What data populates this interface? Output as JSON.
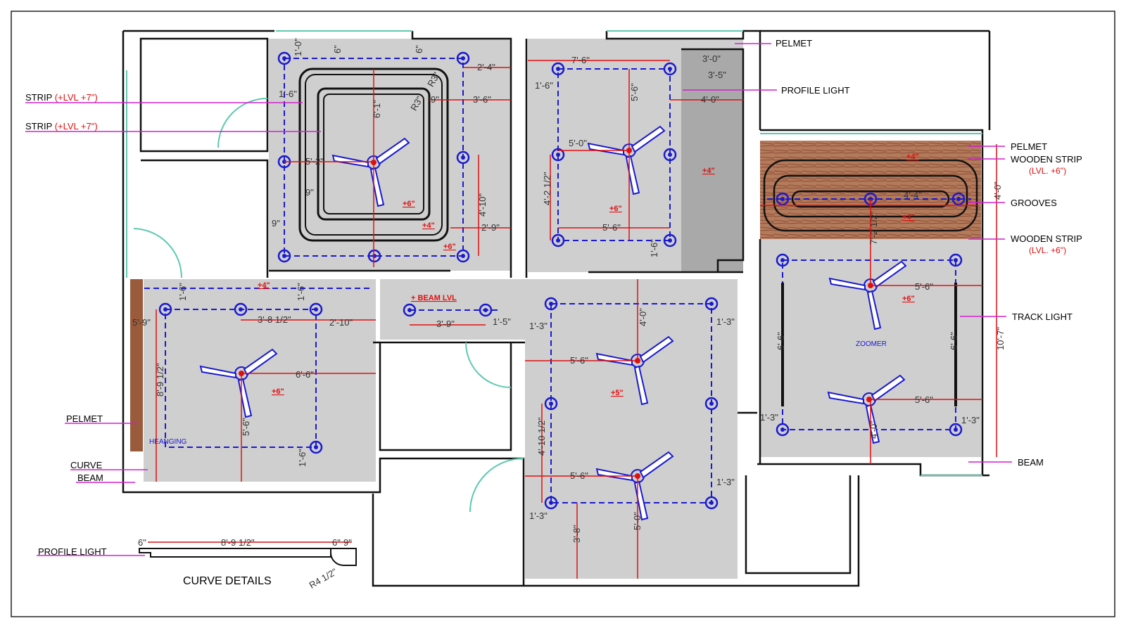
{
  "callouts": {
    "strip_1": "STRIP",
    "strip_1_lvl": "(+LVL +7\")",
    "strip_2": "STRIP",
    "strip_2_lvl": "(+LVL +7\")",
    "pelmet_top": "PELMET",
    "profile_light_top": "PROFILE LIGHT",
    "pelmet_right": "PELMET",
    "wooden_strip_1": "WOODEN STRIP",
    "wooden_strip_1_lvl": "(LVL. +6\")",
    "grooves": "GROOVES",
    "wooden_strip_2": "WOODEN STRIP",
    "wooden_strip_2_lvl": "(LVL. +6\")",
    "track_light": "TRACK LIGHT",
    "beam_right": "BEAM",
    "pelmet_left": "PELMET",
    "curve": "CURVE",
    "beam_left": "BEAM",
    "profile_light_bottom": "PROFILE LIGHT"
  },
  "titles": {
    "curve_details": "CURVE DETAILS",
    "zoomer": "ZOOMER",
    "heanging": "HEANGING",
    "beam_lvl": "+ BEAM LVL"
  },
  "levels": {
    "r1a": "+6\"",
    "r1b": "+4\"",
    "r1c": "+6\"",
    "r2a": "+6\"",
    "r2b": "+4\"",
    "r3a": "+4\"",
    "r3b": "+4\"",
    "r3c": "+6\"",
    "r4a": "+4\"",
    "r4b": "+6\"",
    "r5a": "+5\""
  },
  "dims": {
    "d1": "1'-0\"",
    "d2": "6\"",
    "d3": "6\"",
    "d4": "2'-4\"",
    "d5": "1'-6\"",
    "d6": "6'-1\"",
    "d7": "3'-6\"",
    "d8": "9\"",
    "d9": "5'-2\"",
    "d10": "9\"",
    "d11": "4'-10\"",
    "d12": "2'-9\"",
    "d13": "9\"",
    "d14": "R3\"",
    "d15": "R3\"",
    "d16": "7'-6\"",
    "d17": "3'-0\"",
    "d18": "3'-5\"",
    "d19": "1'-6\"",
    "d20": "5'-6\"",
    "d21": "4'-0\"",
    "d22": "5'-0\"",
    "d23": "4'-2 1/2\"",
    "d24": "5'-6\"",
    "d25": "1'-6\"",
    "d26": "1'-6\"",
    "d27": "3'-8 1/2\"",
    "d28": "2'-10\"",
    "d29": "1'-6\"",
    "d30": "5'-9\"",
    "d31": "8'-9 1/2\"",
    "d32": "6'-6\"",
    "d33": "5'-6\"",
    "d34": "1'-6\"",
    "d35": "3'-9\"",
    "d36": "1'-5\"",
    "d37": "1'-3\"",
    "d38": "1'-3\"",
    "d39": "4'-0\"",
    "d40": "5'-6\"",
    "d41": "4'-10 1/2\"",
    "d42": "5'-6\"",
    "d43": "1'-3\"",
    "d44": "1'-3\"",
    "d45": "3'-8\"",
    "d46": "5'-0\"",
    "d47": "4'-4\"",
    "d48": "7'-2 1/2\"",
    "d49": "5'-6\"",
    "d50": "6'-6\"",
    "d51": "5'-6\"",
    "d52": "6'-6\"",
    "d53": "1'-3\"",
    "d54": "1'-3\"",
    "d55": "4'-0\"",
    "d56": "10'-7\"",
    "d57": "4'-0\"",
    "d58": "6\"",
    "d59": "8'-9 1/2\"",
    "d60": "6\"",
    "d61": "9\"",
    "d62": "R4 1/2\""
  },
  "colors": {
    "ceiling": "#cfcfcf",
    "wall": "#111111",
    "grid": "#1a1ad0",
    "dimension": "#e01010",
    "callout": "#d020d0",
    "wood": "#9a5a3c",
    "door": "#5ec9b0"
  }
}
